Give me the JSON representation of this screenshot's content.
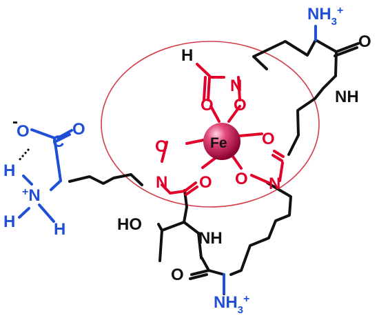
{
  "diagram": {
    "metal": "Fe",
    "labels": {
      "h_formyl": "H",
      "n_top": "N",
      "o_top_left": "O",
      "o_top_right": "O",
      "o_left": "O",
      "n_left": "N",
      "o_left_carbonyl": "O",
      "o_right_carbonyl": "O",
      "o_right_lower": "O",
      "n_right": "N",
      "nh3_top": "NH",
      "nh3_top_sub": "3",
      "nh3_top_sup": "+",
      "o_amide_top": "O",
      "nh_right": "NH",
      "ho": "HO",
      "nh_mid": "NH",
      "o_amide_bottom": "O",
      "nh3_bottom": "NH",
      "nh3_bottom_sub": "3",
      "nh3_bottom_sup": "+",
      "carboxylate_minus": "-",
      "carboxylate_o1": "O",
      "carboxylate_c": "C",
      "carboxylate_o2": "O",
      "h_left_top": "H",
      "n_plus_left": "N",
      "n_plus_left_sup": "+",
      "h_left_bottom": "H",
      "h_right_bottom": "H"
    },
    "colors": {
      "red": "#e0002a",
      "blue": "#1f4fd6",
      "black": "#111111",
      "sphere": "#c0104a"
    }
  }
}
